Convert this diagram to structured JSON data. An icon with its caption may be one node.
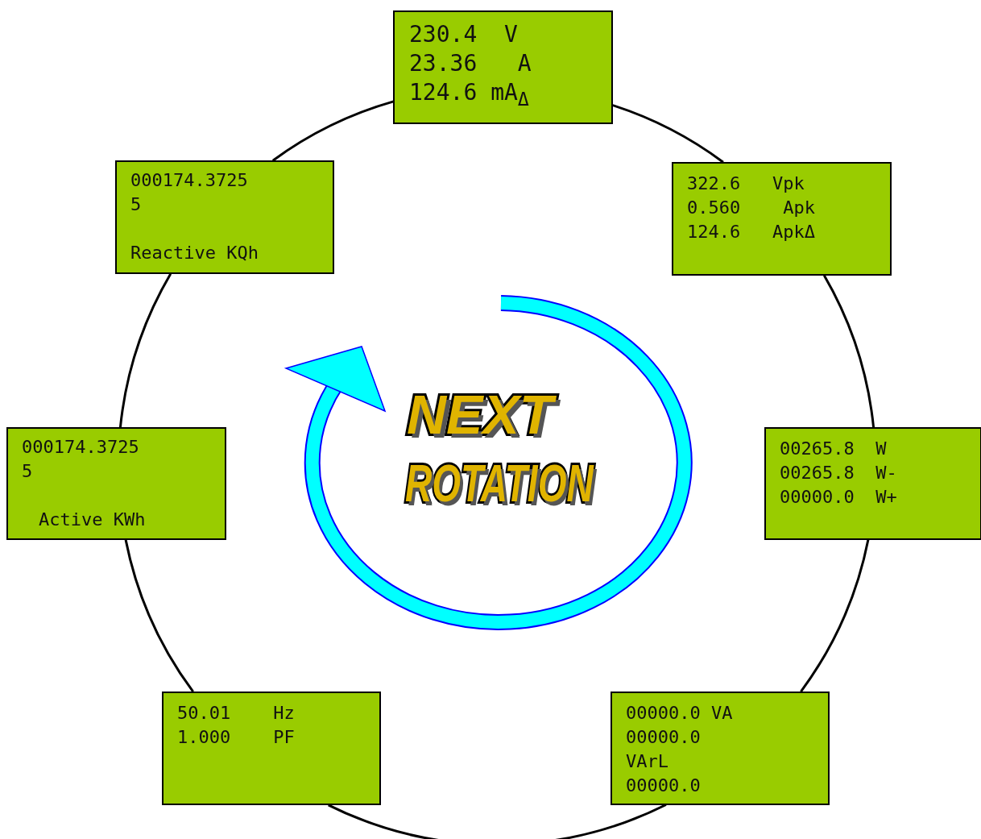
{
  "diagram": {
    "nodes": [
      {
        "text": [
          "230.4  V",
          "23.36   A",
          "124.6 mA$_{Δ}$"
        ]
      },
      {
        "text": [
          "000174.3725",
          "5",
          "Reactive KQh"
        ]
      },
      {
        "text": [
          "322.6   Vpk",
          "0.560    Apk",
          "124.6   ApkΔ"
        ]
      },
      {
        "text": [
          "000174.3725",
          "5",
          "Active KWh"
        ]
      },
      {
        "text": [
          "00265.8  W",
          "00265.8  W-",
          "00000.0  W+"
        ]
      },
      {
        "text": [
          "50.01    Hz",
          "1.000    PF"
        ]
      },
      {
        "text": [
          "00000.0 VA",
          "00000.0",
          "VArL",
          "00000.0"
        ]
      }
    ],
    "edges": [
      {
        "from": 0,
        "to": 2,
        "arrow": "none"
      },
      {
        "from": 2,
        "to": 4,
        "arrow": "none"
      },
      {
        "from": 4,
        "to": 6,
        "arrow": "none"
      },
      {
        "from": 6,
        "to": 5,
        "arrow": "none"
      },
      {
        "from": 5,
        "to": 3,
        "arrow": "none"
      },
      {
        "from": 3,
        "to": 1,
        "arrow": "none"
      },
      {
        "from": 1,
        "to": 0,
        "arrow": "none"
      }
    ],
    "labels": [
      "NEXT",
      "ROTATION"
    ]
  }
}
